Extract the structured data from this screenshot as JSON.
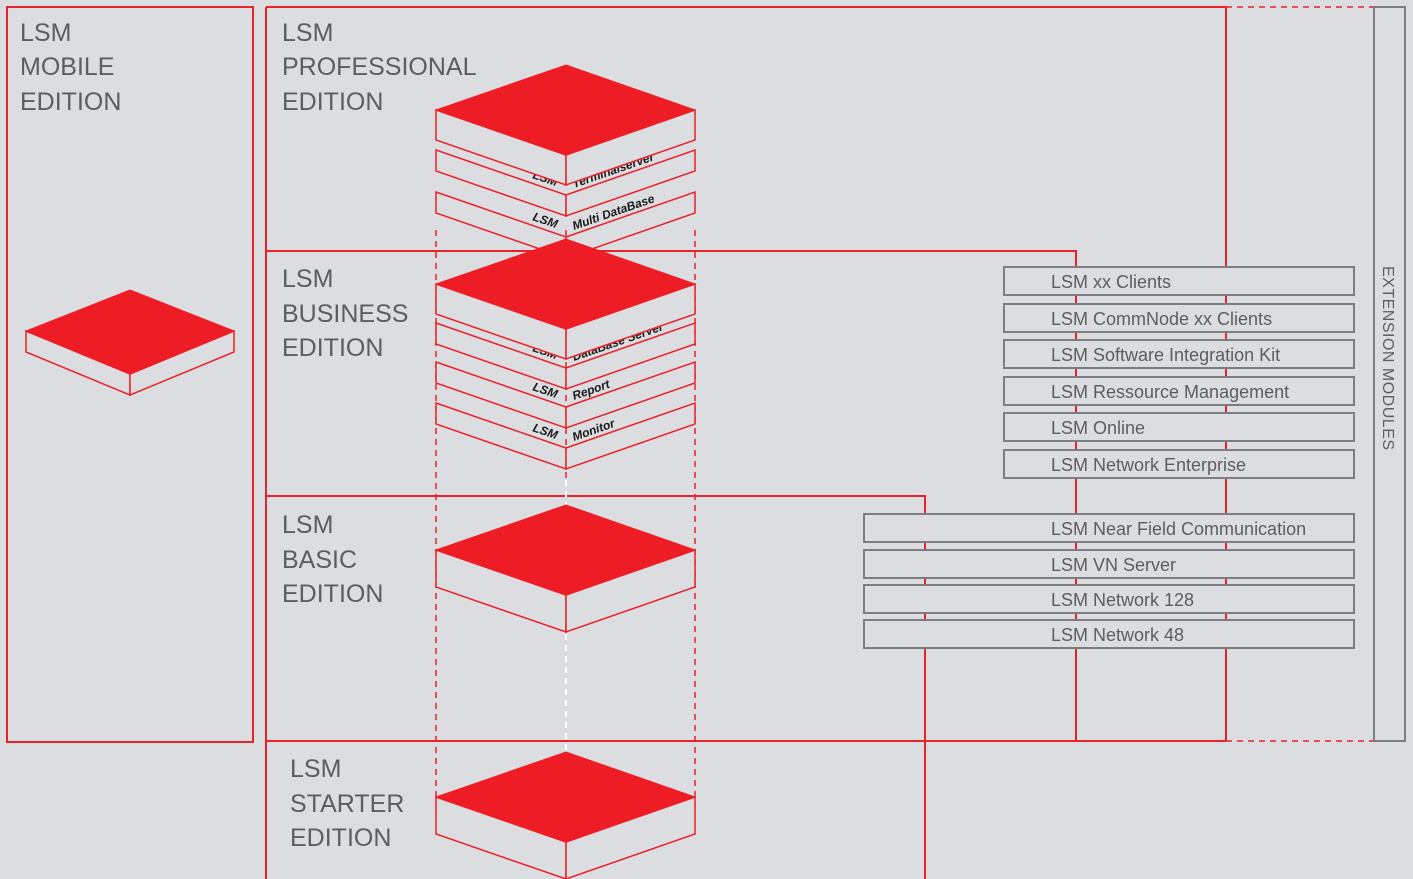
{
  "editions": {
    "mobile": [
      "LSM",
      "MOBILE",
      "EDITION"
    ],
    "professional": [
      "LSM",
      "PROFESSIONAL",
      "EDITION"
    ],
    "business": [
      "LSM",
      "BUSINESS",
      "EDITION"
    ],
    "basic": [
      "LSM",
      "BASIC",
      "EDITION"
    ],
    "starter": [
      "LSM",
      "STARTER",
      "EDITION"
    ]
  },
  "layers": {
    "terminalserver": {
      "prefix": "LSM",
      "name": "Terminalserver"
    },
    "multi_database": {
      "prefix": "LSM",
      "name": "Multi DataBase"
    },
    "database_server": {
      "prefix": "LSM",
      "name": "DataBase Server"
    },
    "report": {
      "prefix": "LSM",
      "name": "Report"
    },
    "monitor": {
      "prefix": "LSM",
      "name": "Monitor"
    }
  },
  "modules_upper": [
    "LSM xx Clients",
    "LSM CommNode xx Clients",
    "LSM Software Integration Kit",
    "LSM Ressource Management",
    "LSM Online",
    "LSM Network Enterprise"
  ],
  "modules_lower": [
    "LSM Near Field Communication",
    "LSM VN Server",
    "LSM Network 128",
    "LSM Network 48"
  ],
  "side_label": "EXTENSION MODULES",
  "colors": {
    "accent": "#ee1c25",
    "background": "#dcdde0",
    "text": "#5a5d61",
    "box_border": "#7a7d81"
  }
}
